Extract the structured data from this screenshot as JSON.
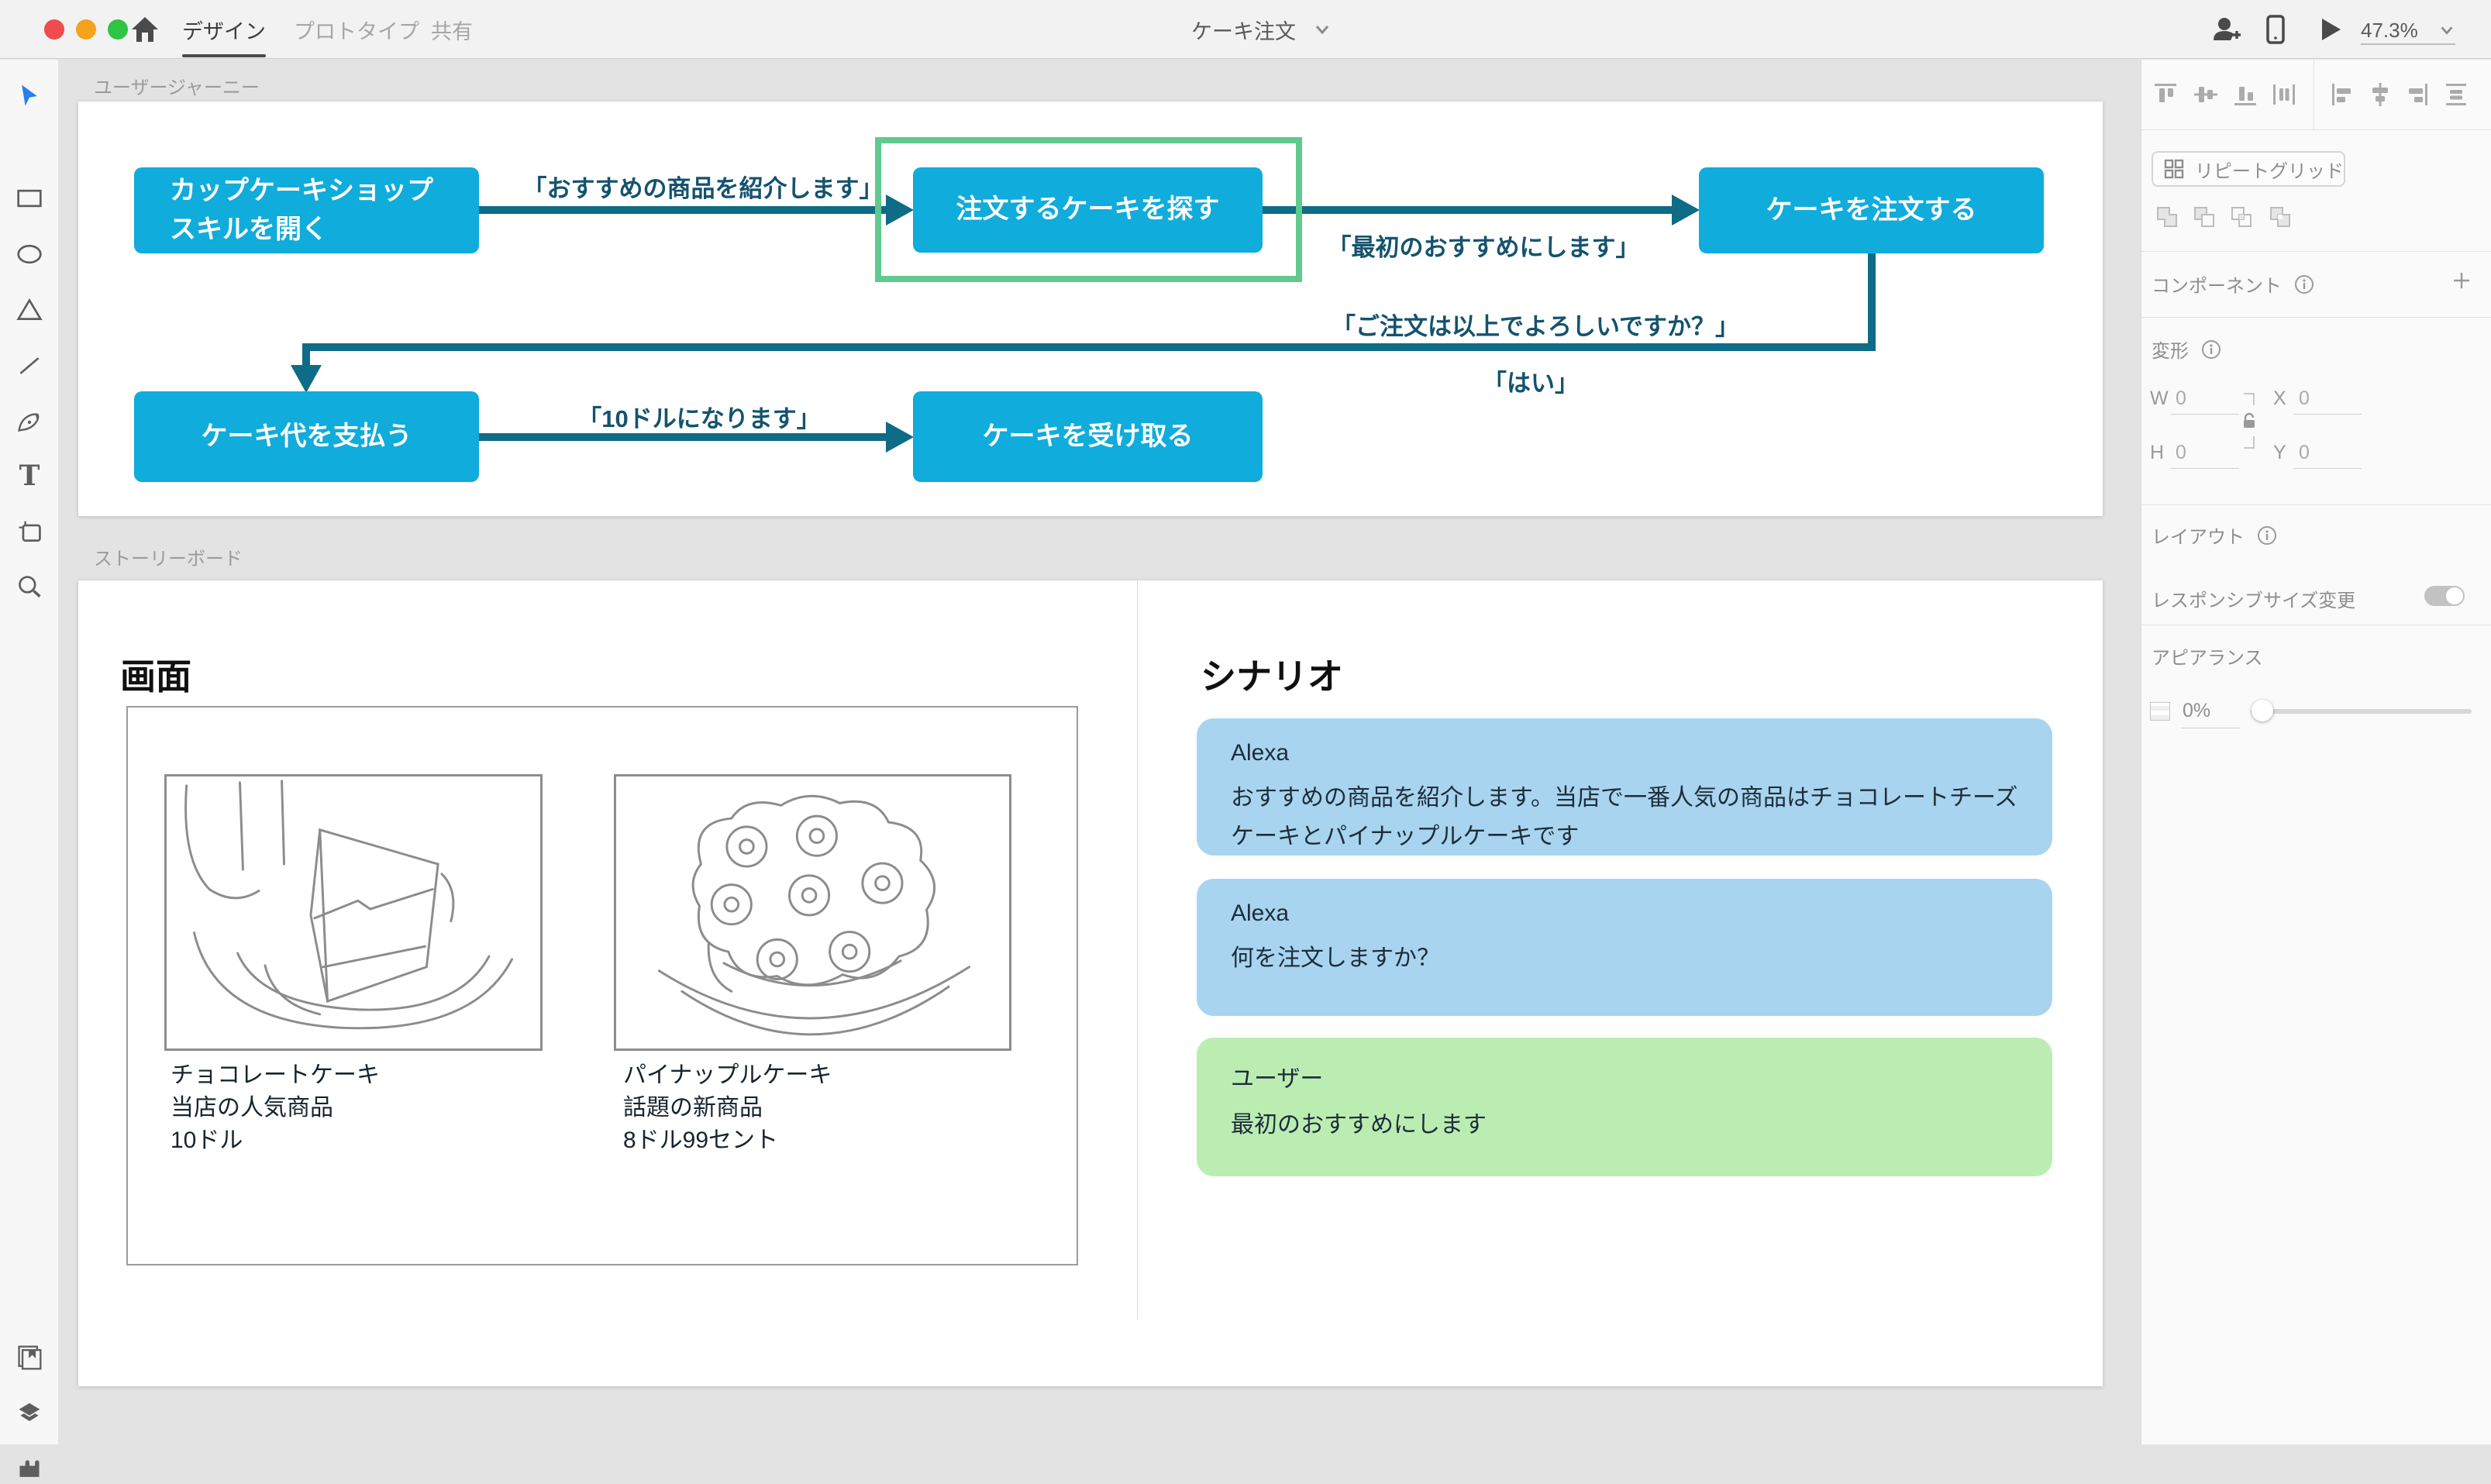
{
  "colors": {
    "accent_blue": "#10ACDB",
    "flow_teal": "#0E6C87",
    "quote_text": "#14536E",
    "highlight_green": "#5FC98E",
    "bubble_blue": "#A8D4F0",
    "bubble_green": "#BBEDB3",
    "tool_active_blue": "#2680EB"
  },
  "titlebar": {
    "tabs": [
      {
        "label": "デザイン",
        "active": true
      },
      {
        "label": "プロトタイプ",
        "active": false
      },
      {
        "label": "共有",
        "active": false
      }
    ],
    "document_title": "ケーキ注文",
    "zoom_level": "47.3%",
    "icons": [
      "home-icon",
      "invite-user-icon",
      "device-preview-icon",
      "play-icon",
      "chevron-down-icon"
    ]
  },
  "left_toolbar": {
    "tools": [
      "select",
      "rectangle",
      "ellipse",
      "polygon",
      "line",
      "pen",
      "text",
      "artboard",
      "zoom"
    ],
    "bottom": [
      "assets",
      "layers",
      "plugins"
    ]
  },
  "canvas": {
    "user_journey": {
      "label": "ユーザージャーニー",
      "boxes": [
        {
          "line1": "カップケーキショップ",
          "line2": "スキルを開く"
        },
        {
          "label": "注文するケーキを探す"
        },
        {
          "label": "ケーキを注文する"
        },
        {
          "label": "ケーキ代を支払う"
        },
        {
          "label": "ケーキを受け取る"
        }
      ],
      "quotes": [
        "「おすすめの商品を紹介します」",
        "「最初のおすすめにします」",
        "「ご注文は以上でよろしいですか？」",
        "「はい」",
        "「10ドルになります」"
      ]
    },
    "storyboard": {
      "label": "ストーリーボード",
      "screen": {
        "heading": "画面",
        "products": [
          {
            "name": "チョコレートケーキ",
            "desc": "当店の人気商品",
            "price": "10ドル",
            "image": "cheesecake-sketch"
          },
          {
            "name": "パイナップルケーキ",
            "desc": "話題の新商品",
            "price": "8ドル99セント",
            "image": "pineapple-cake-sketch"
          }
        ]
      },
      "scenario": {
        "heading": "シナリオ",
        "bubbles": [
          {
            "speaker": "Alexa",
            "text": "おすすめの商品を紹介します。当店で一番人気の商品はチョコレートチーズケーキとパイナップルケーキです"
          },
          {
            "speaker": "Alexa",
            "text": "何を注文しますか？"
          },
          {
            "speaker": "ユーザー",
            "text": "最初のおすすめにします"
          }
        ]
      }
    }
  },
  "right_panel": {
    "align_icons": [
      "align-top",
      "align-middle-vertical",
      "align-bottom",
      "distribute-horizontal",
      "align-left",
      "align-center-horizontal",
      "align-right",
      "distribute-vertical"
    ],
    "repeat_grid_label": "リピートグリッド",
    "boolean_icons": [
      "union",
      "subtract",
      "intersect",
      "exclude-overlap"
    ],
    "components_label": "コンポーネント",
    "transform_label": "変形",
    "fields": {
      "w": {
        "label": "W",
        "value": "0"
      },
      "h": {
        "label": "H",
        "value": "0"
      },
      "x": {
        "label": "X",
        "value": "0"
      },
      "y": {
        "label": "Y",
        "value": "0"
      }
    },
    "layout_label": "レイアウト",
    "responsive_label": "レスポンシブサイズ変更",
    "responsive_on": true,
    "appearance_label": "アピアランス",
    "opacity_value": "0%"
  }
}
